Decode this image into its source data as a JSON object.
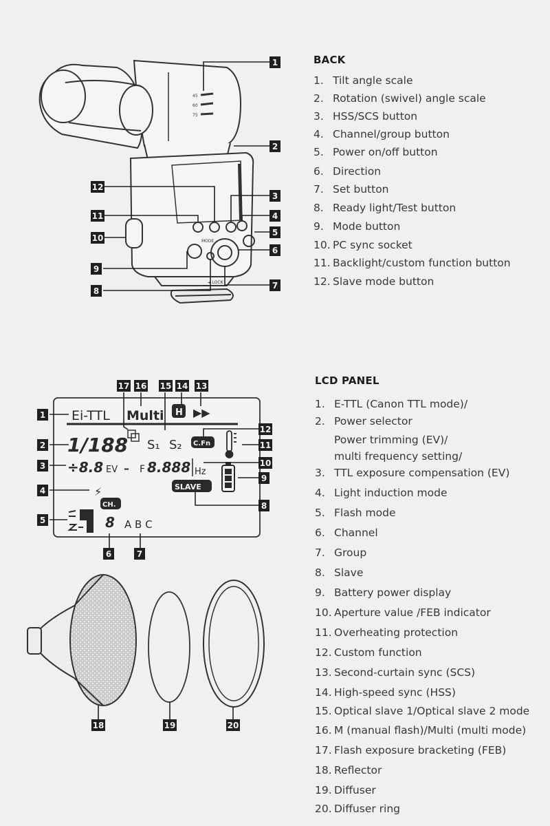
{
  "back": {
    "heading": "BACK",
    "items": [
      {
        "num": "1.",
        "label": "Tilt angle scale"
      },
      {
        "num": "2.",
        "label": "Rotation (swivel) angle scale"
      },
      {
        "num": "3.",
        "label": "HSS/SCS button"
      },
      {
        "num": "4.",
        "label": "Channel/group button"
      },
      {
        "num": "5.",
        "label": "Power on/off button"
      },
      {
        "num": "6.",
        "label": "Direction"
      },
      {
        "num": "7.",
        "label": "Set button"
      },
      {
        "num": "8.",
        "label": "Ready light/Test button"
      },
      {
        "num": "9.",
        "label": "Mode button"
      },
      {
        "num": "10.",
        "label": "PC sync socket"
      },
      {
        "num": "11.",
        "label": "Backlight/custom function button"
      },
      {
        "num": "12.",
        "label": "Slave mode button"
      }
    ],
    "callouts": [
      "1",
      "2",
      "3",
      "4",
      "5",
      "6",
      "7",
      "8",
      "9",
      "10",
      "11",
      "12"
    ],
    "scale_labels": [
      "45",
      "60",
      "75"
    ],
    "lock_label": "◄ LOCK",
    "mode_label": "MODE"
  },
  "lcd": {
    "heading": "LCD PANEL",
    "items": [
      {
        "num": "1.",
        "lines": [
          "E-TTL (Canon TTL mode)/"
        ]
      },
      {
        "num": "2.",
        "lines": [
          "Power selector"
        ]
      },
      {
        "num": "3.",
        "lines": [
          "Power trimming (EV)/",
          "multi frequency setting/",
          "TTL exposure compensation (EV)"
        ]
      },
      {
        "num": "4.",
        "lines": [
          "Light induction mode"
        ]
      },
      {
        "num": "5.",
        "lines": [
          "Flash mode"
        ]
      },
      {
        "num": "6.",
        "lines": [
          "Channel"
        ]
      },
      {
        "num": "7.",
        "lines": [
          "Group"
        ]
      },
      {
        "num": "8.",
        "lines": [
          "Slave"
        ]
      },
      {
        "num": "9.",
        "lines": [
          "Battery power display"
        ]
      },
      {
        "num": "10.",
        "lines": [
          "Aperture value /FEB indicator"
        ]
      },
      {
        "num": "11.",
        "lines": [
          "Overheating protection"
        ]
      },
      {
        "num": "12.",
        "lines": [
          "Custom function"
        ]
      },
      {
        "num": "13.",
        "lines": [
          "Second-curtain sync (SCS)"
        ]
      },
      {
        "num": "14.",
        "lines": [
          "High-speed sync (HSS)"
        ]
      },
      {
        "num": "15.",
        "lines": [
          "Optical slave 1/Optical slave 2 mode"
        ]
      },
      {
        "num": "16.",
        "lines": [
          "M (manual flash)/Multi (multi mode)"
        ]
      },
      {
        "num": "17.",
        "lines": [
          "Flash exposure bracketing (FEB)"
        ]
      },
      {
        "num": "18.",
        "lines": [
          "Reflector"
        ]
      },
      {
        "num": "19.",
        "lines": [
          "Diffuser"
        ]
      },
      {
        "num": "20.",
        "lines": [
          "Diffuser ring"
        ]
      }
    ],
    "display": {
      "ettl": "Ei-TTL",
      "multi": "Multi",
      "power": "1/188",
      "ev_value": "÷8.8",
      "ev_unit": "EV",
      "dash": "–",
      "f_label": "F",
      "f_value": "8.888",
      "hz": "Hz",
      "s1": "S₁",
      "s2": "S₂",
      "cfn": "C.Fn",
      "slave": "SLAVE",
      "ch": "CH.",
      "channel_digit": "8",
      "groups": "A B C",
      "hss_badge": "H",
      "scs_symbol": "▶▶",
      "lightning": "⚡"
    },
    "callouts": [
      "1",
      "2",
      "3",
      "4",
      "5",
      "6",
      "7",
      "8",
      "9",
      "10",
      "11",
      "12",
      "13",
      "14",
      "15",
      "16",
      "17"
    ]
  },
  "accessories": {
    "callouts": [
      "18",
      "19",
      "20"
    ]
  }
}
